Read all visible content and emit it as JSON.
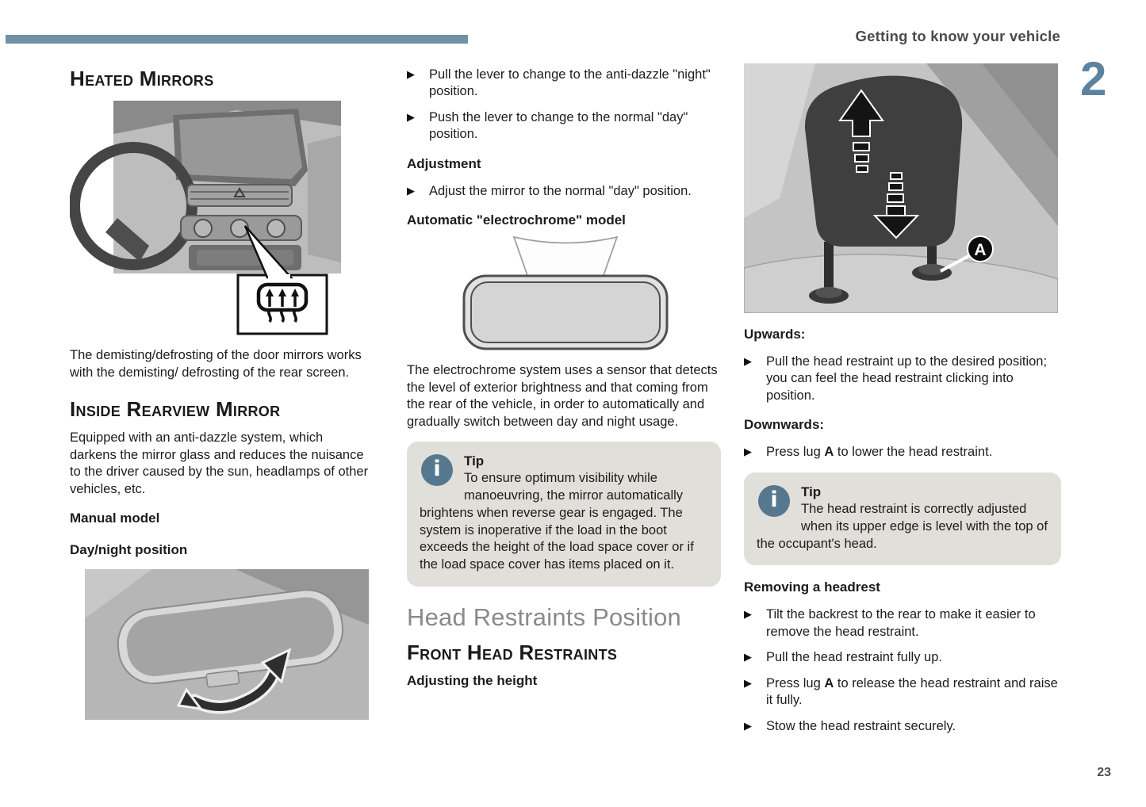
{
  "page": {
    "header": "Getting to know your vehicle",
    "chapter": "2",
    "page_number": "23"
  },
  "icons": {
    "bullet_marker": "▶",
    "info_glyph": "i"
  },
  "colors": {
    "accent_bar": "#7191a3",
    "chapter_number": "#5d82a0",
    "info_icon_bg": "#56788e",
    "tip_box_bg": "#e0dfda",
    "section_title": "#8a8a8a"
  },
  "left": {
    "heading_heated": "Heated Mirrors",
    "para_demisting": "The demisting/defrosting of the door mirrors works with the demisting/ defrosting of the rear screen.",
    "heading_inside": "Inside Rearview Mirror",
    "para_antidazzle": "Equipped with an anti-dazzle system, which darkens the mirror glass and reduces the nuisance to the driver caused by the sun, headlamps of other vehicles, etc.",
    "sub_manual": "Manual model",
    "sub_daynight": "Day/night position"
  },
  "middle": {
    "bullets_lever": [
      {
        "pre": "Pull the lever to change to the anti-dazzle \"night\" position.",
        "bold": "",
        "post": ""
      },
      {
        "pre": "Push the lever to change to the normal \"day\" position.",
        "bold": "",
        "post": ""
      }
    ],
    "sub_adjustment": "Adjustment",
    "bullets_adjust": [
      {
        "pre": "Adjust the mirror to the normal \"day\" position.",
        "bold": "",
        "post": ""
      }
    ],
    "sub_auto": "Automatic \"electrochrome\" model",
    "para_electro": "The electrochrome system uses a sensor that detects the level of exterior brightness and that coming from the rear of the vehicle, in order to automatically and gradually switch between day and night usage.",
    "tip": {
      "title": "Tip",
      "body": "To ensure optimum visibility while manoeuvring, the mirror automatically brightens when reverse gear is engaged. The system is inoperative if the load in the boot exceeds the height of the load space cover or if the load space cover has items placed on it."
    },
    "section_title": "Head Restraints Position",
    "heading_front": "Front Head Restraints",
    "sub_height": "Adjusting the height"
  },
  "right": {
    "sub_up": "Upwards:",
    "bullets_up": [
      {
        "pre": "Pull the head restraint up to the desired position; you can feel the head restraint clicking into position.",
        "bold": "",
        "post": ""
      }
    ],
    "sub_down": "Downwards:",
    "bullets_down": [
      {
        "pre": "Press lug ",
        "bold": "A",
        "post": " to lower the head restraint."
      }
    ],
    "tip": {
      "title": "Tip",
      "body": "The head restraint is correctly adjusted when its upper edge is level with the top of the occupant's head."
    },
    "sub_removing": "Removing a headrest",
    "bullets_remove": [
      {
        "pre": "Tilt the backrest to the rear to make it easier to remove the head restraint.",
        "bold": "",
        "post": ""
      },
      {
        "pre": "Pull the head restraint fully up.",
        "bold": "",
        "post": ""
      },
      {
        "pre": "Press lug ",
        "bold": "A",
        "post": " to release the head restraint and raise it fully.",
        "bold2": ""
      },
      {
        "pre": "Stow the head restraint securely.",
        "bold": "",
        "post": ""
      }
    ],
    "figure_label": "A"
  }
}
